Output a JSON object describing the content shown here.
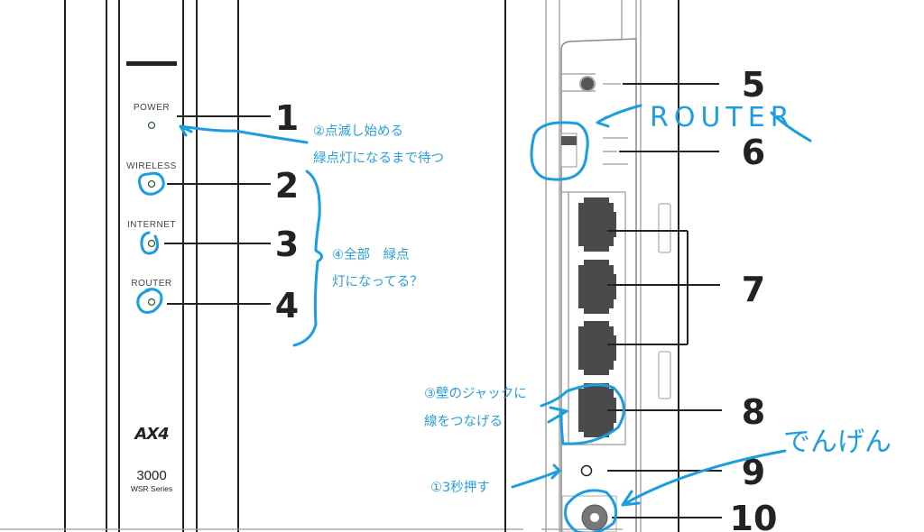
{
  "left_panel": {
    "leds": [
      {
        "label": "POWER",
        "number": "1"
      },
      {
        "label": "WIRELESS",
        "number": "2"
      },
      {
        "label": "INTERNET",
        "number": "3"
      },
      {
        "label": "ROUTER",
        "number": "4"
      }
    ],
    "logo": "AX4",
    "model": "3000",
    "series": "WSR Series"
  },
  "right_panel": {
    "numbers": [
      "5",
      "6",
      "7",
      "8",
      "9",
      "10"
    ]
  },
  "annotations": {
    "note2_line1": "②点滅し始める",
    "note2_line2": "緑点灯になるまで待つ",
    "note4_line1": "④全部　緑点",
    "note4_line2": "灯になってる？",
    "note3_line1": "③壁のジャックに",
    "note3_line2": "線をつなげる",
    "note1": "①3秒押す",
    "router_handwritten": "ROUTER",
    "power_handwritten": "でんげん"
  },
  "colors": {
    "annotation": "#1a9ee0",
    "port": "#4a4a4c"
  }
}
